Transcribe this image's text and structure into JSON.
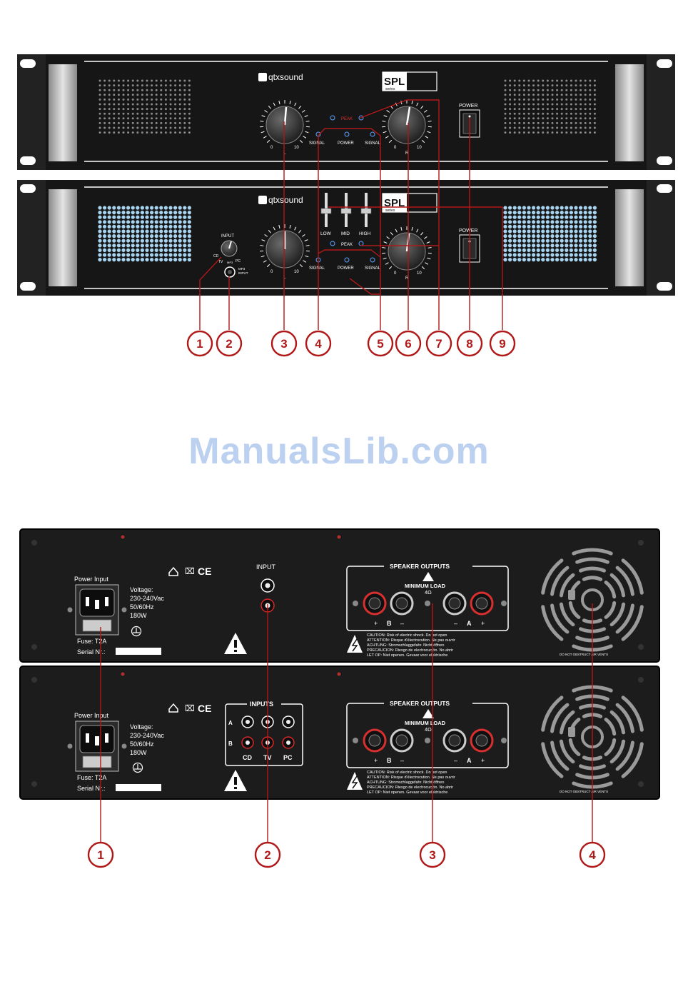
{
  "watermark": "ManualsLib.com",
  "front": {
    "brand": "qtxsound",
    "series_big": "SPL",
    "series_small": "series",
    "power_label": "POWER",
    "peak_label": "PEAK",
    "signal_label": "SIGNAL",
    "power_led_label": "POWER",
    "knob_min": "0",
    "knob_max": "10",
    "left_channel": "L",
    "right_channel": "R",
    "eq_low": "LOW",
    "eq_mid": "MID",
    "eq_high": "HIGH",
    "input_label": "INPUT",
    "input_cd": "CD",
    "input_tv": "TV",
    "input_mp3": "MP3",
    "input_pc": "PC",
    "mp3_input_1": "MP3",
    "mp3_input_2": "INPUT"
  },
  "front_callouts": [
    "1",
    "2",
    "3",
    "4",
    "5",
    "6",
    "7",
    "8",
    "9"
  ],
  "rear": {
    "power_input": "Power Input",
    "voltage": "Voltage:",
    "voltage_value": "230-240Vac",
    "frequency": "50/60Hz",
    "wattage": "180W",
    "fuse": "Fuse: T2A",
    "serial": "Serial Nr.:",
    "marks": "CE",
    "input_single": "INPUT",
    "inputs_multi": "INPUTS",
    "row_a": "A",
    "row_b": "B",
    "in_cd": "CD",
    "in_tv": "TV",
    "in_pc": "PC",
    "speaker_outputs": "SPEAKER OUTPUTS",
    "minimum_load": "MINIMUM LOAD",
    "ohms": "4Ω",
    "ch_b_plus": "+",
    "ch_b": "B",
    "ch_b_minus": "–",
    "ch_a_minus": "–",
    "ch_a": "A",
    "ch_a_plus": "+",
    "caution_lines": [
      "CAUTION: Risk of electric shock. Do not open",
      "ATTENTION: Risque d'électrocution. Ne pas ouvrir",
      "ACHTUNG: Stromschlaggefahr. Nicht öffnen",
      "PRECAUCION: Riesgo de electrocución. No abrir",
      "LET OP: Niet openen. Gevaar voor elektrische"
    ],
    "vent_warning": "DO NOT OBSTRUCT AIR VENTS"
  },
  "rear_callouts": [
    "1",
    "2",
    "3",
    "4"
  ],
  "colors": {
    "panel": "#141414",
    "rack_ear": "#2a2a2a",
    "callout_red": "#b01818",
    "blue_grille": "#a8d4f0",
    "watermark": "#bcd0f0"
  }
}
